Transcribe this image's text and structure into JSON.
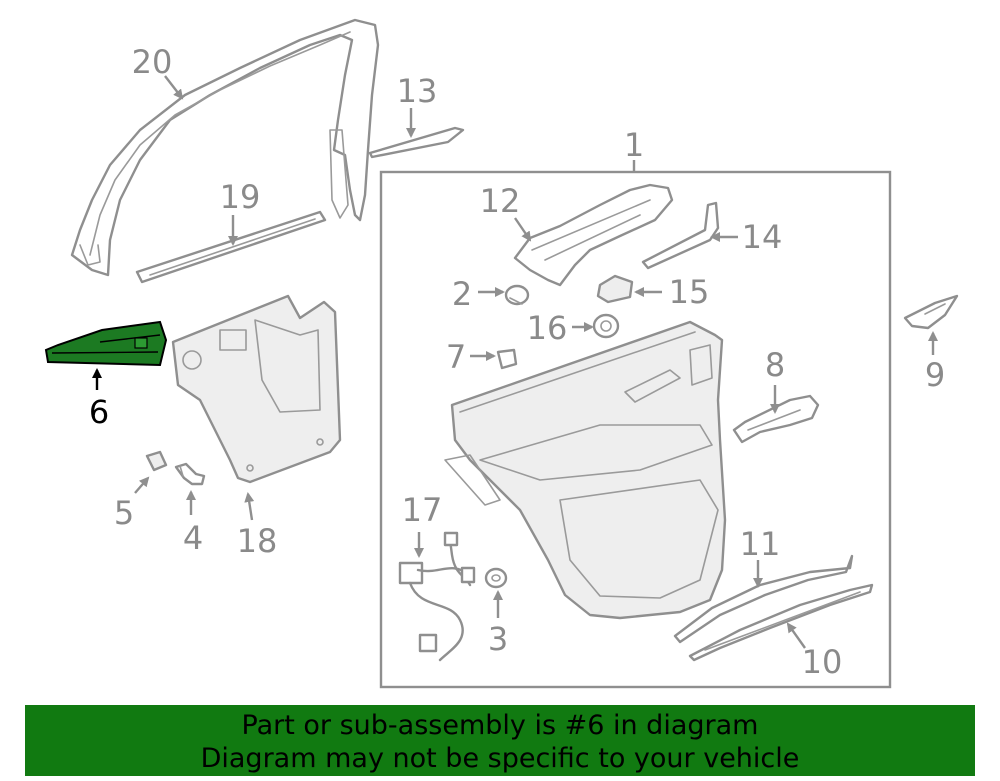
{
  "diagram": {
    "highlight_color": "#117a11",
    "highlighted_part": "6",
    "callouts": {
      "c1": "1",
      "c2": "2",
      "c3": "3",
      "c4": "4",
      "c5": "5",
      "c6": "6",
      "c7": "7",
      "c8": "8",
      "c9": "9",
      "c10": "10",
      "c11": "11",
      "c12": "12",
      "c13": "13",
      "c14": "14",
      "c15": "15",
      "c16": "16",
      "c17": "17",
      "c18": "18",
      "c19": "19",
      "c20": "20"
    }
  },
  "banner": {
    "line1": "Part or sub-assembly is #6 in diagram",
    "line2": "Diagram may not be specific to your vehicle"
  }
}
